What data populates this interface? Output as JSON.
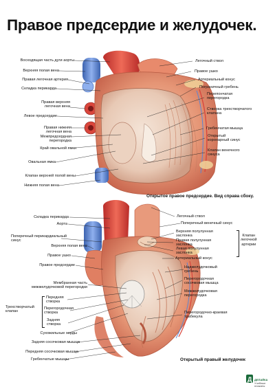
{
  "title": "Правое предсердие и желудочек.",
  "captions": {
    "top": "Открытое правое предсердие. Вид справа сбоку.",
    "bottom": "Открытый правый желудочек"
  },
  "top_left_labels": {
    "l1": "Восходящая часть дуги аорты",
    "l2": "Верхняя полая вена",
    "l3": "Правая легочная артерия",
    "l4": "Складка перикарда",
    "l5a": "Правая верхняя",
    "l5b": "легочная вена",
    "l6": "Левое предсердие",
    "l7a": "Правая нижняя",
    "l7b": "легочная вена",
    "l8a": "Межпредсердная",
    "l8b": "перегородка",
    "l9": "Край овальной ямки",
    "l10": "Овальная ямка",
    "l11": "Клапан верхней полой вены",
    "l12": "Нижняя полая вена"
  },
  "top_right_labels": {
    "r1": "Легочный ствол",
    "r2": "Правое ушко",
    "r3": "Артериальный конус",
    "r4": "Пограничный гребень",
    "r5a": "Перепончатая",
    "r5b": "перегородка",
    "r6a": "Створка трехстворчатого",
    "r6b": "клапана",
    "r7": "Гребенчатая мышца",
    "r8a": "Открытый",
    "r8b": "коронарный синус",
    "r9a": "Клапан венечного",
    "r9b": "синуса"
  },
  "bottom_left_labels": {
    "b1": "Складка перикарда",
    "b2": "Аорта",
    "b3a": "Поперечный перикардиальный",
    "b3b": "синус",
    "b4": "Верхняя полая вена",
    "b5": "Правое ушко",
    "b6": "Правое предсердие",
    "b7a": "Мембранная часть",
    "b7b": "межжелудочковой перегородки",
    "b8a": "Трехстворчатый",
    "b8b": "клапан",
    "b9a": "Передняя",
    "b9b": "створка",
    "b10a": "Перегородочная",
    "b10b": "створка",
    "b11a": "Задняя",
    "b11b": "створка",
    "b12": "Сухожильные хорды",
    "b13": "Задняя сосочковая мышца",
    "b14": "Передняя сосочковая мышца",
    "b15": "Гребенчатые мышцы"
  },
  "bottom_right_labels": {
    "c1": "Легочный ствол",
    "c2": "Поперечный венечный синус",
    "c3a": "Верхняя полулунная",
    "c3b": "заслонка",
    "c4a": "Правая полулунная",
    "c4b": "заслонка",
    "c5a": "Левая полулунная",
    "c5b": "заслонка",
    "c6": "Артериальный конус",
    "c7a": "Наджелудочковый",
    "c7b": "гребень",
    "c8a": "Перегородочная",
    "c8b": "сосочковая мышца",
    "c9a": "Межжелудочковая",
    "c9b": "перегородка",
    "c10a": "Перегородочно-краевая",
    "c10b": "трабекула",
    "group_a": "Клапан",
    "group_b": "легочной",
    "group_c": "артерии"
  },
  "logo": {
    "line1": "ДЕЛАЙКА",
    "line2": "Учебные плакаты"
  },
  "colors": {
    "myocardium": "#e2856a",
    "tissue_light": "#f2c7b0",
    "artery_red": "#d9463c",
    "vein_blue": "#5a86d6",
    "fat_yellow": "#f1d49a",
    "cavity_pale": "#efd9c9"
  }
}
